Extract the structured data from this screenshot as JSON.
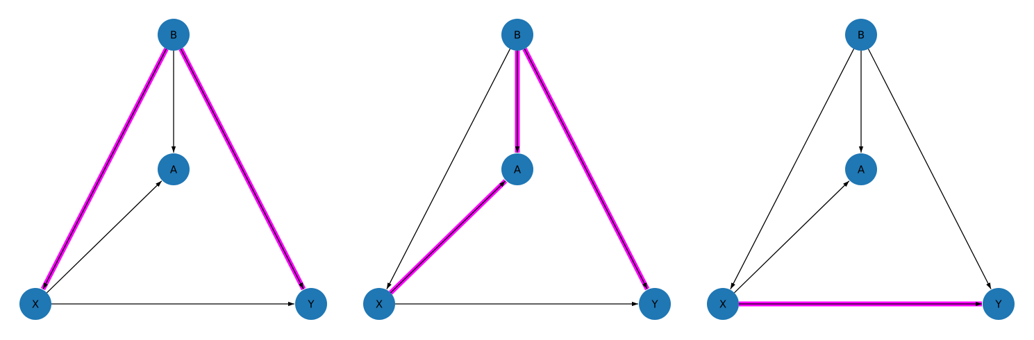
{
  "colors": {
    "node": "#1f77b4",
    "edge": "#000000",
    "highlight": "#ff00ff",
    "background": "#ffffff"
  },
  "nodes": [
    {
      "id": "B",
      "label": "B"
    },
    {
      "id": "A",
      "label": "A"
    },
    {
      "id": "X",
      "label": "X"
    },
    {
      "id": "Y",
      "label": "Y"
    }
  ],
  "edges": [
    {
      "from": "B",
      "to": "A"
    },
    {
      "from": "B",
      "to": "X"
    },
    {
      "from": "B",
      "to": "Y"
    },
    {
      "from": "X",
      "to": "A"
    },
    {
      "from": "X",
      "to": "Y"
    }
  ],
  "panels": [
    {
      "highlighted_path": [
        "X",
        "B",
        "Y"
      ]
    },
    {
      "highlighted_path": [
        "X",
        "A",
        "B",
        "Y"
      ]
    },
    {
      "highlighted_path": [
        "X",
        "Y"
      ]
    }
  ]
}
